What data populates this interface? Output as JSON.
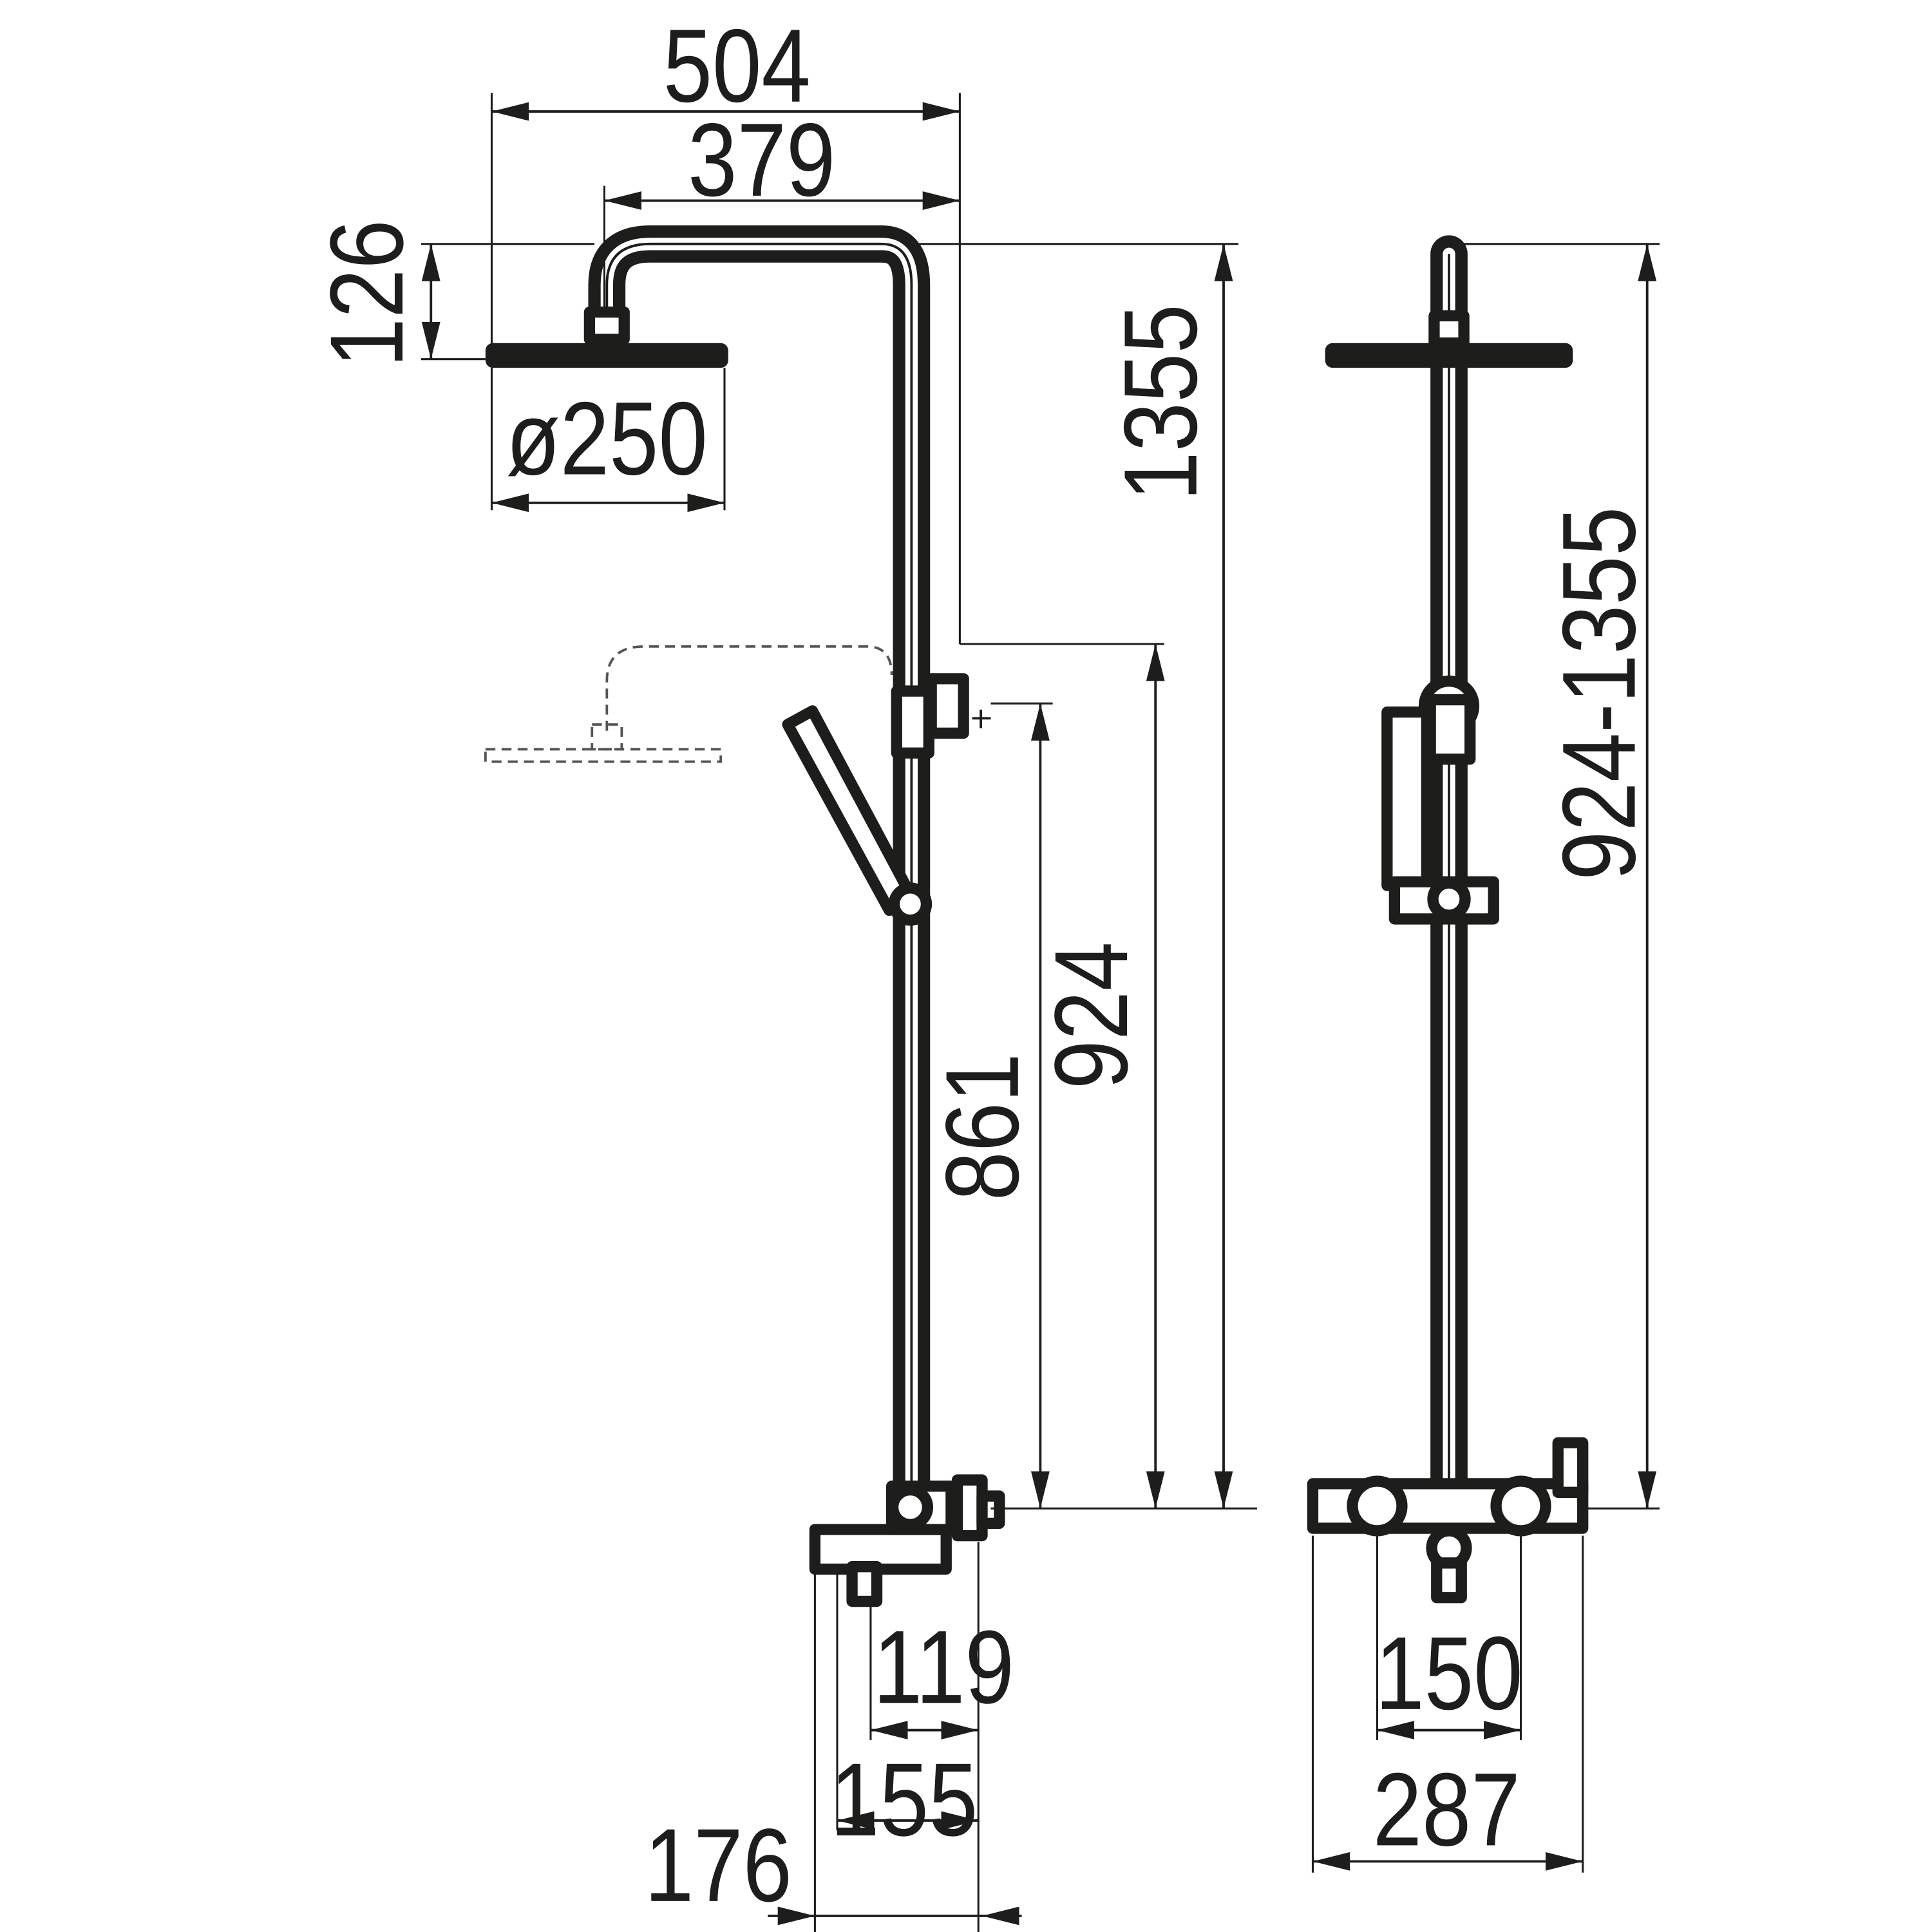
{
  "drawing": {
    "title": "Shower column dimension drawing",
    "dimensions": {
      "overall_width": "504",
      "arm_reach": "379",
      "head_height": "126",
      "head_diameter": "ø250",
      "total_height": "1355",
      "slider_top_height": "924",
      "handshower_height": "861",
      "mixer_depth_119": "119",
      "mixer_depth_155": "155",
      "mixer_depth_176": "176",
      "height_range": "924-1355",
      "inlet_spacing": "150",
      "mixer_width": "287"
    },
    "colors": {
      "line": "#1d1d1b",
      "background": "#ffffff"
    }
  }
}
